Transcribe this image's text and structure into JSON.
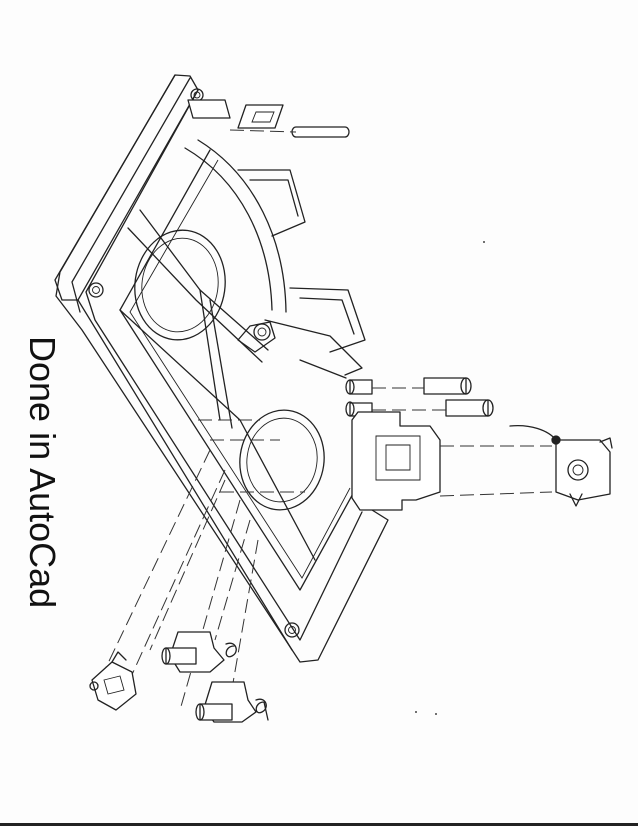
{
  "caption": {
    "text": "Done in AutoCad"
  },
  "drawing": {
    "type": "exploded-isometric-assembly",
    "parts": [
      "frame",
      "fan-openings",
      "pins",
      "bracket",
      "springs",
      "clips",
      "latch"
    ]
  }
}
